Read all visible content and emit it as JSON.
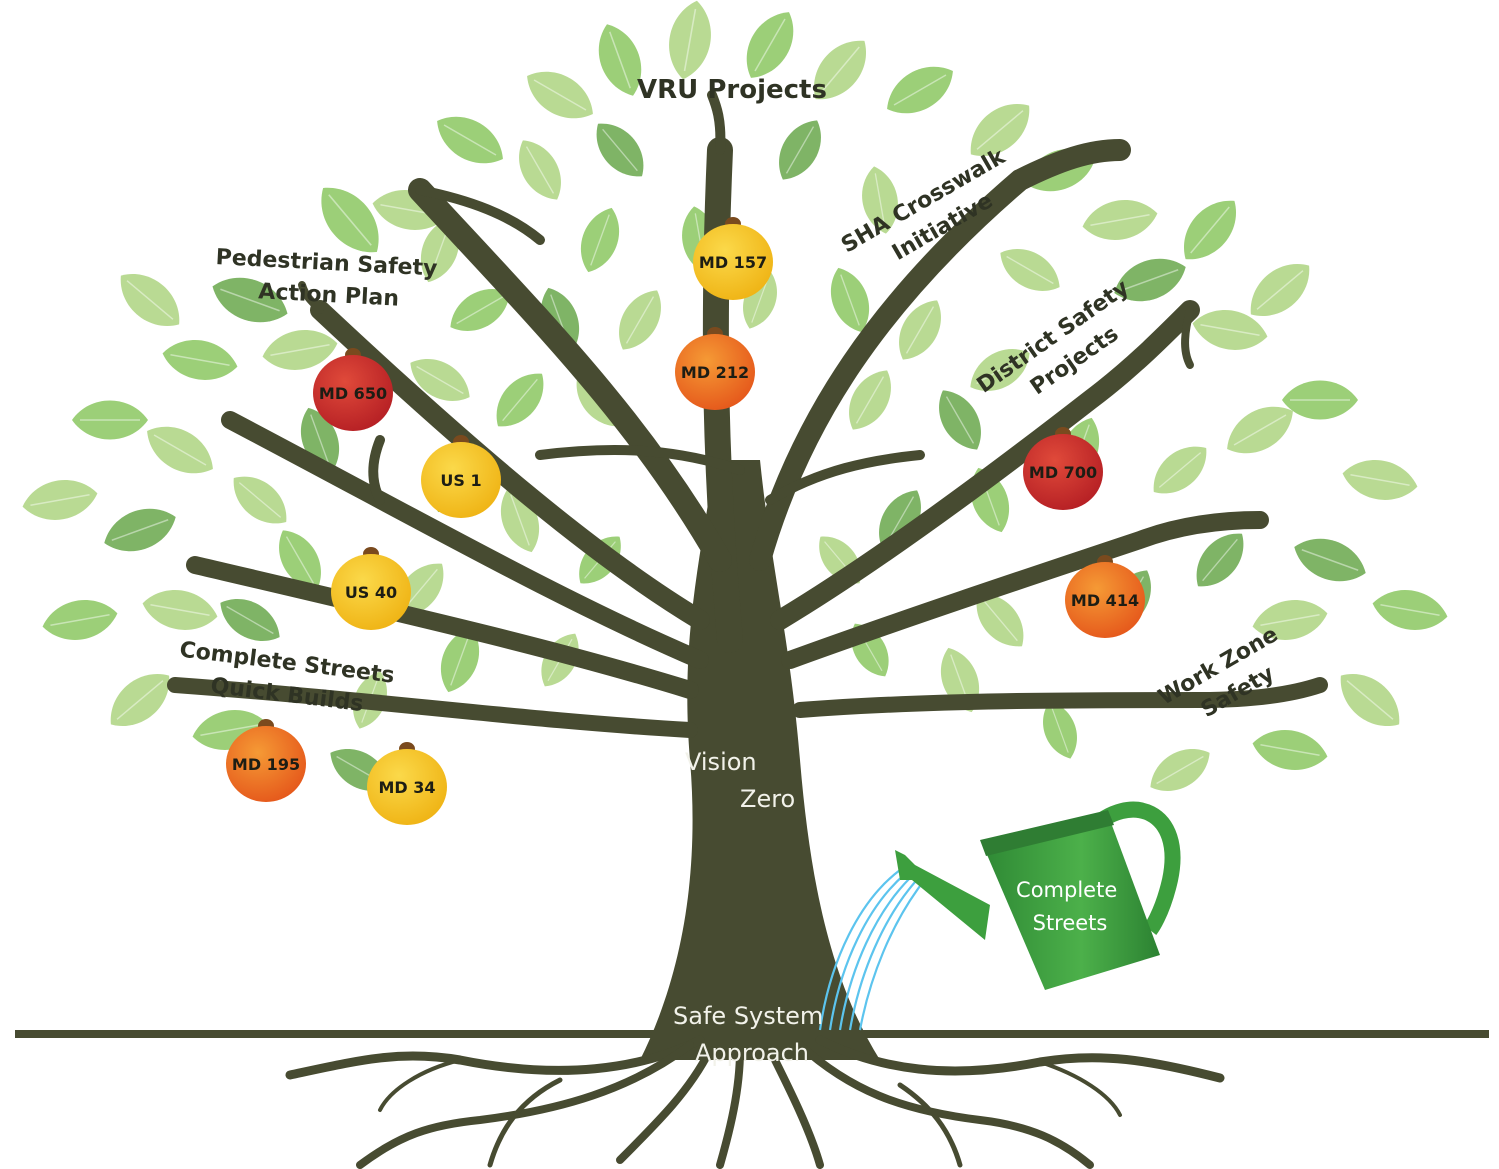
{
  "colors": {
    "trunk": "#474b31",
    "leaf_light": "#b9da93",
    "leaf_mid": "#9ccf78",
    "leaf_dark": "#7fb466",
    "fruit_red": "#c6262a",
    "fruit_orange": "#ef6d1e",
    "fruit_yellow": "#f4bf1a",
    "can_green": "#3d9f3e",
    "water_blue": "#5cc4ee"
  },
  "top_label": "VRU Projects",
  "branch_labels": {
    "sha_crosswalk": [
      "SHA Crosswalk",
      "Initiative"
    ],
    "pedestrian": [
      "Pedestrian Safety",
      "Action Plan"
    ],
    "district": [
      "District Safety",
      "Projects"
    ],
    "complete_streets": [
      "Complete Streets",
      "Quick Builds"
    ],
    "work_zone": [
      "Work Zone",
      "Safety"
    ]
  },
  "trunk_labels": {
    "vision": [
      "Vision",
      "Zero"
    ],
    "safe_system": [
      "Safe System",
      "Approach"
    ]
  },
  "watering_can": {
    "label": [
      "Complete",
      "Streets"
    ],
    "icon": "watering-can-icon"
  },
  "fruits": [
    {
      "label": "MD 157",
      "color": "yellow"
    },
    {
      "label": "MD 212",
      "color": "orange"
    },
    {
      "label": "MD 650",
      "color": "red"
    },
    {
      "label": "US 1",
      "color": "yellow"
    },
    {
      "label": "US 40",
      "color": "yellow"
    },
    {
      "label": "MD 700",
      "color": "red"
    },
    {
      "label": "MD 414",
      "color": "orange"
    },
    {
      "label": "MD 195",
      "color": "orange"
    },
    {
      "label": "MD 34",
      "color": "yellow"
    }
  ]
}
